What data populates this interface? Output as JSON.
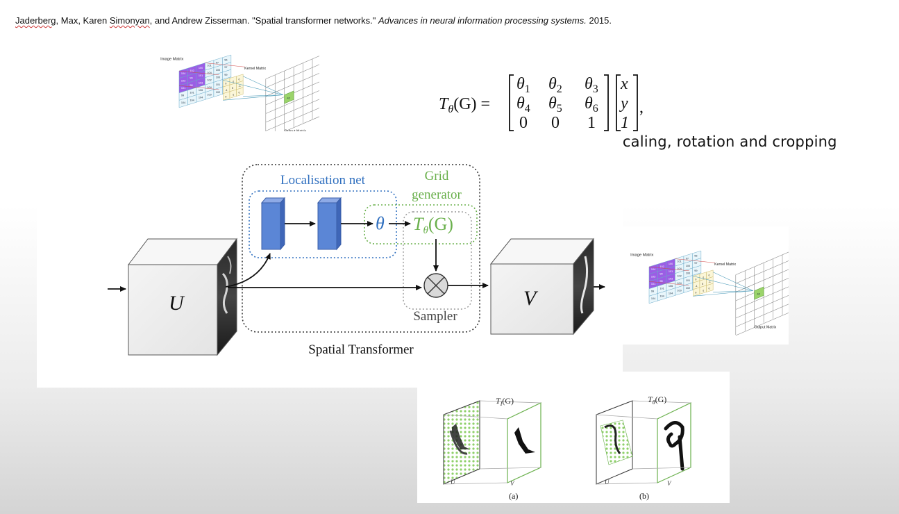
{
  "citation": {
    "authors_1": "Jaderberg",
    "authors_2": ", Max, Karen ",
    "authors_3": "Simonyan",
    "authors_4": ", and Andrew Zisserman. \"Spatial transformer networks.\" ",
    "venue": "Advances in neural information processing systems.",
    "year": " 2015."
  },
  "conv_figure": {
    "image_matrix_label": "Image Matrix",
    "kernel_matrix_label": "Kernel Matrix",
    "output_matrix_label": "Output Matrix",
    "output_value": "42",
    "cells": [
      [
        "104",
        "102",
        "100",
        "101",
        "97",
        "96"
      ],
      [
        "103",
        "99",
        "101",
        "104",
        "100",
        "97"
      ],
      [
        "101",
        "98",
        "103",
        "102",
        "100",
        "99"
      ],
      [
        "99",
        "101",
        "106",
        "104",
        "101",
        "98"
      ],
      [
        "104",
        "104",
        "104",
        "100",
        "102",
        "100"
      ]
    ],
    "kernel": [
      [
        "0",
        "-1",
        "0"
      ],
      [
        "-1",
        "5",
        "-1"
      ],
      [
        "0",
        "-1",
        "0"
      ]
    ]
  },
  "equation": {
    "lhs": "T",
    "lhs_sub": "θ",
    "lhs_arg": "(G) =",
    "matrix": [
      [
        {
          "b": "θ",
          "s": "1"
        },
        {
          "b": "θ",
          "s": "2"
        },
        {
          "b": "θ",
          "s": "3"
        }
      ],
      [
        {
          "b": "θ",
          "s": "4"
        },
        {
          "b": "θ",
          "s": "5"
        },
        {
          "b": "θ",
          "s": "6"
        }
      ],
      [
        {
          "b": "0",
          "s": ""
        },
        {
          "b": "0",
          "s": ""
        },
        {
          "b": "1",
          "s": ""
        }
      ]
    ],
    "vector": [
      "x",
      "y",
      "1"
    ],
    "trailing": ","
  },
  "caption": "this affine matrix allow scaling, rotation and cropping",
  "spatial_transformer": {
    "localisation_label": "Localisation net",
    "grid_label_line1": "Grid",
    "grid_label_line2": "generator",
    "theta": "θ",
    "transform_label": "T",
    "transform_sub": "θ",
    "transform_arg": "(G)",
    "sampler_label": "Sampler",
    "input_label": "U",
    "output_label": "V",
    "title": "Spatial Transformer",
    "colors": {
      "blue": "#2f6fbf",
      "green": "#6ab04c",
      "block": "#5b86d6",
      "box": "#444444"
    }
  },
  "grid_figure": {
    "a": {
      "transform": "T",
      "transform_sub": "I",
      "transform_arg": "(G)",
      "u": "U",
      "v": "V",
      "label": "(a)"
    },
    "b": {
      "transform": "T",
      "transform_sub": "θ",
      "transform_arg": "(G)",
      "u": "U",
      "v": "V",
      "label": "(b)"
    }
  }
}
